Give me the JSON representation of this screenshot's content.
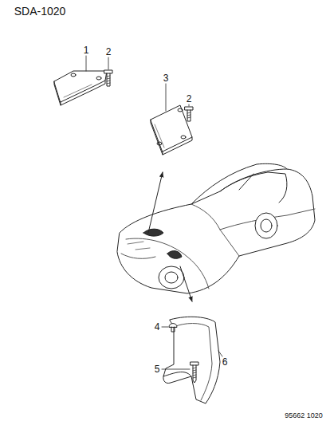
{
  "diagram": {
    "labels": [
      "SDA-1020",
      "1",
      "2",
      "3",
      "2",
      "4",
      "5",
      "6",
      "95662 1020"
    ]
  }
}
